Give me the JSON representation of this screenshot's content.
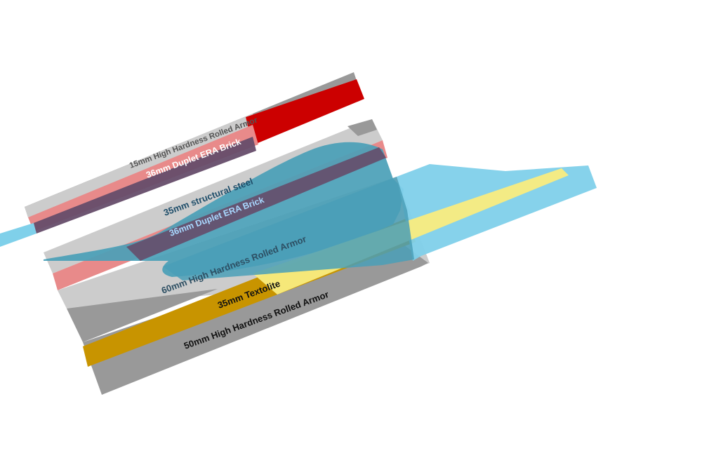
{
  "diagram": {
    "layers": {
      "hhra_15mm": "15mm High Hardness Rolled Armor",
      "era_36mm_top": "36mm Duplet ERA Brick",
      "structural_steel_35mm": "35mm structural steel",
      "era_36mm_bottom": "36mm Duplet ERA Brick",
      "hhra_60mm": "60mm High Hardness Rolled Armor",
      "textolite_35mm": "35mm Textolite",
      "hhra_50mm": "50mm High Hardness Rolled Armor"
    },
    "colors": {
      "steel_gray": "#999999",
      "light_gray": "#cccccc",
      "era_red": "#cc0000",
      "era_light_red": "#e88a8a",
      "penetrator_blue": "#7fd0ea",
      "dark_blue_overlap": "#4a9fb7",
      "purple_overlap": "#664d6a",
      "textolite_gold": "#c89400",
      "textolite_yellow": "#f9ec80"
    }
  }
}
